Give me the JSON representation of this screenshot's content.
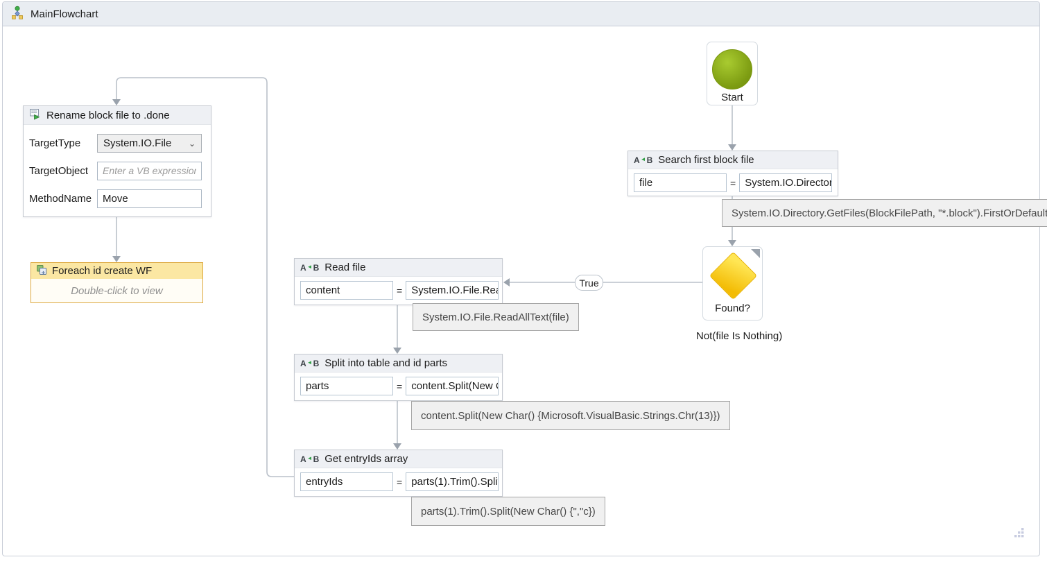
{
  "window": {
    "title": "MainFlowchart"
  },
  "icons": {
    "assign_a": "A",
    "assign_arrow": "◄",
    "assign_b": "B",
    "dropdown_chevron": "⌄"
  },
  "start": {
    "label": "Start"
  },
  "rename": {
    "title": "Rename block file to .done",
    "target_type": {
      "label": "TargetType",
      "value": "System.IO.File"
    },
    "target_object": {
      "label": "TargetObject",
      "placeholder": "Enter a VB expression"
    },
    "method_name": {
      "label": "MethodName",
      "value": "Move"
    }
  },
  "foreach": {
    "title": "Foreach id create WF",
    "hint": "Double-click to view"
  },
  "search": {
    "title": "Search first block file",
    "var": "file",
    "op": "=",
    "expr": "System.IO.Directory.GetFiles(BlockFilePath, \"*.block\").FirstOrDefault()"
  },
  "decision": {
    "label": "Found?",
    "condition": "Not(file Is Nothing)",
    "branch_true": "True"
  },
  "read": {
    "title": "Read file",
    "var": "content",
    "op": "=",
    "expr": "System.IO.File.ReadAllText(file)"
  },
  "split": {
    "title": "Split into table and id parts",
    "var": "parts",
    "op": "=",
    "expr": "content.Split(New Char() {Microsoft.VisualBasic.Strings.Chr(13)})"
  },
  "entryids": {
    "title": "Get entryIds array",
    "var": "entryIds",
    "op": "=",
    "expr": "parts(1).Trim().Split(New Char() {\",\"c})"
  },
  "tooltips": {
    "search": "System.IO.Directory.GetFiles(BlockFilePath, \"*.block\").FirstOrDefault()",
    "read": "System.IO.File.ReadAllText(file)",
    "split": "content.Split(New Char() {Microsoft.VisualBasic.Strings.Chr(13)})",
    "entryids": "parts(1).Trim().Split(New Char() {\",\"c})"
  },
  "colors": {
    "accent_green": "#7d9c12",
    "accent_yellow": "#f3bc05",
    "foreach_header": "#fbe7a3",
    "connector": "#bac1ca",
    "arrowhead": "#9aa2ac",
    "tooltip_bg": "#f0f0f0"
  }
}
